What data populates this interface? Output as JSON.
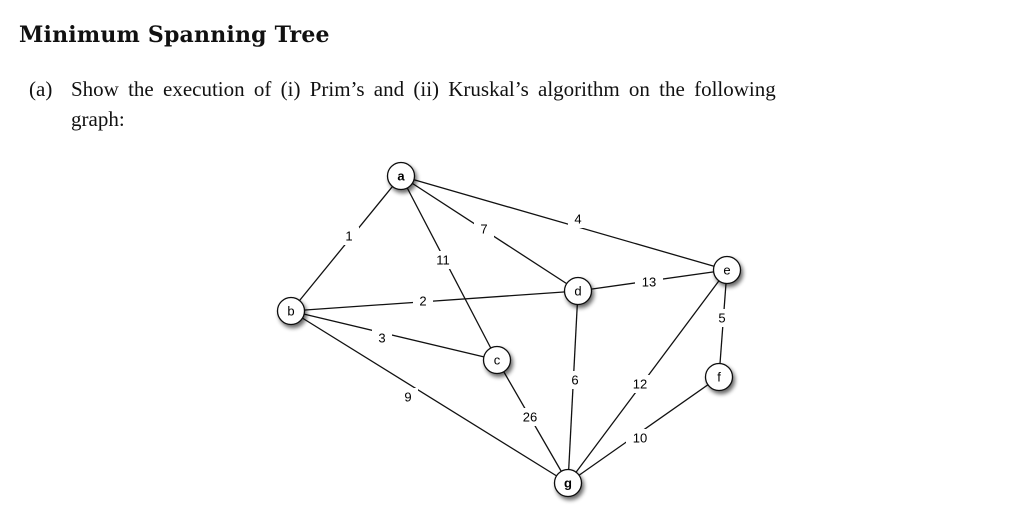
{
  "section_title": "Minimum Spanning Tree",
  "question": {
    "label": "(a)",
    "line1": "Show the execution of (i) Prim’s and (ii) Kruskal’s algorithm on the following",
    "line2": "graph:"
  },
  "graph": {
    "nodes": [
      "a",
      "b",
      "c",
      "d",
      "e",
      "f",
      "g"
    ],
    "edges": [
      {
        "from": "a",
        "to": "b",
        "weight": "1"
      },
      {
        "from": "a",
        "to": "c",
        "weight": "11"
      },
      {
        "from": "a",
        "to": "d",
        "weight": "7"
      },
      {
        "from": "a",
        "to": "e",
        "weight": "4"
      },
      {
        "from": "b",
        "to": "d",
        "weight": "2"
      },
      {
        "from": "b",
        "to": "c",
        "weight": "3"
      },
      {
        "from": "b",
        "to": "g",
        "weight": "9"
      },
      {
        "from": "c",
        "to": "g",
        "weight": "26"
      },
      {
        "from": "d",
        "to": "g",
        "weight": "6"
      },
      {
        "from": "d",
        "to": "e",
        "weight": "13"
      },
      {
        "from": "e",
        "to": "f",
        "weight": "5"
      },
      {
        "from": "e",
        "to": "g",
        "weight": "12"
      },
      {
        "from": "f",
        "to": "g",
        "weight": "10"
      }
    ]
  }
}
